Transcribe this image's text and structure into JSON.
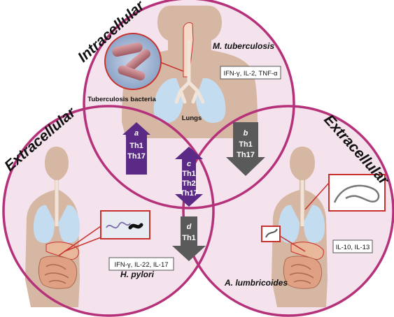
{
  "labels": {
    "intracellular": "Intracellular",
    "extracellular_left": "Extracellular",
    "extracellular_right": "Extracellular"
  },
  "top": {
    "organism": "M. tuberculosis",
    "cytokines": "IFN-γ, IL-2, TNF-α",
    "bacteria_label": "Tuberculosis bacteria",
    "organ_label": "Lungs"
  },
  "left": {
    "organism": "H. pylori",
    "cytokines": "IFN-γ, IL-22, IL-17"
  },
  "right": {
    "organism": "A. lumbricoides",
    "cytokines": "IL-10, IL-13"
  },
  "arrows": {
    "a": {
      "letter": "a",
      "lines": [
        "Th1",
        "Th17"
      ],
      "direction": "up",
      "color": "#5b2a86"
    },
    "b": {
      "letter": "b",
      "lines": [
        "Th1",
        "Th17"
      ],
      "direction": "down",
      "color": "#5a5a5a"
    },
    "c": {
      "letter": "c",
      "lines": [
        "Th1",
        "Th2",
        "Th17"
      ],
      "direction": "both",
      "color": "#5b2a86"
    },
    "d": {
      "letter": "d",
      "lines": [
        "Th1"
      ],
      "direction": "down",
      "color": "#5a5a5a"
    }
  },
  "colors": {
    "circle_stroke": "#b5317a",
    "circle_fill": "#f4e3ec",
    "body_fill": "#d6b7a3",
    "lung_fill": "#c4dcef",
    "gut_fill": "#dfa083",
    "callout_red": "#c8312d"
  }
}
